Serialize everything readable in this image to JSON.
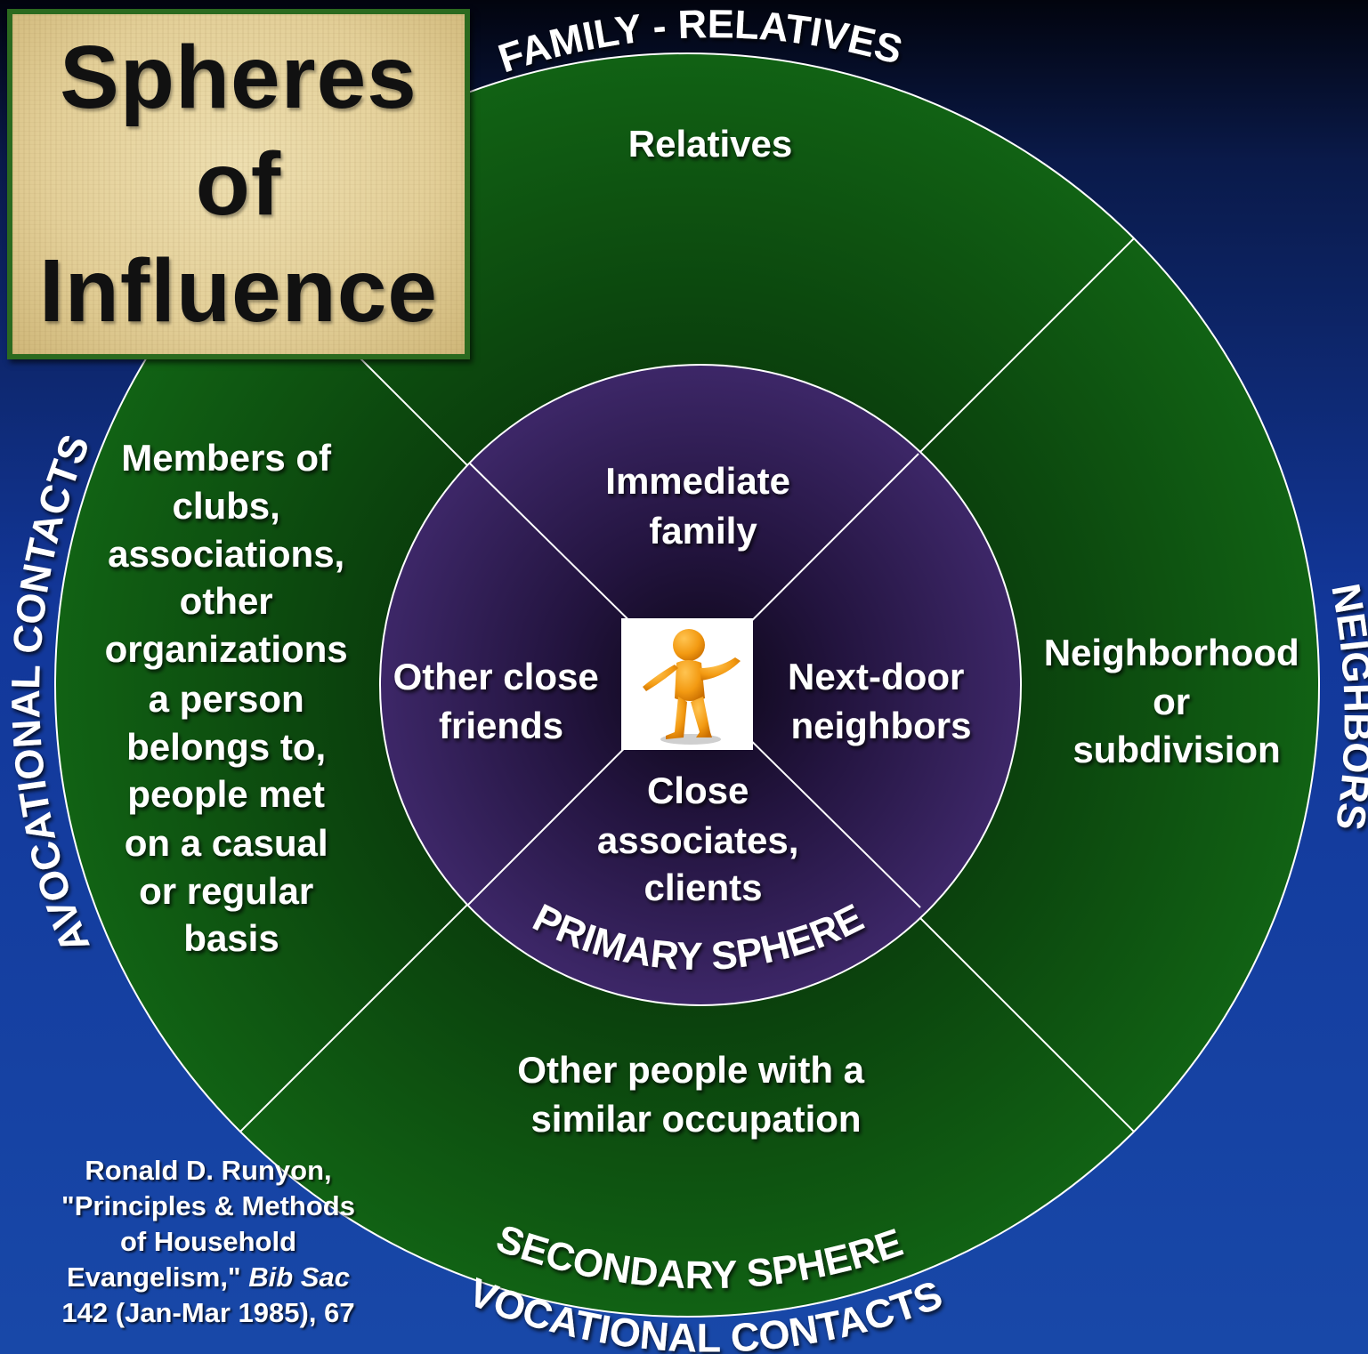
{
  "title": {
    "line1": "Spheres",
    "line2": "of",
    "line3": "Influence"
  },
  "outer_labels": {
    "top": "FAMILY - RELATIVES",
    "right": "NEIGHBORS",
    "left": "AVOCATIONAL CONTACTS",
    "bottom": "VOCATIONAL CONTACTS"
  },
  "ring_labels": {
    "primary": "PRIMARY SPHERE",
    "secondary": "SECONDARY SPHERE"
  },
  "secondary_sectors": {
    "top": [
      "Relatives"
    ],
    "right": [
      "Neighborhood",
      "or",
      "subdivision"
    ],
    "bottom": [
      "Other people with a",
      "similar occupation"
    ],
    "left": [
      "Members of",
      "clubs,",
      "associations,",
      "other",
      "organizations",
      "a person",
      "belongs to,",
      "people met",
      "on a casual",
      "or regular",
      "basis"
    ]
  },
  "primary_sectors": {
    "top": [
      "Immediate",
      "family"
    ],
    "right": [
      "Next-door",
      "neighbors"
    ],
    "bottom": [
      "Close",
      "associates,",
      "clients"
    ],
    "left": [
      "Other close",
      "friends"
    ]
  },
  "center_icon": "person-presenting-icon",
  "citation": {
    "line1": "Ronald D. Runyon,",
    "line2": "\"Principles & Methods",
    "line3": "of Household",
    "line4_a": "Evangelism,\" ",
    "line4_b": "Bib Sac",
    "line5": "142 (Jan-Mar 1985), 67"
  },
  "colors": {
    "background_top": "#02040e",
    "background_bottom": "#1848a8",
    "outer_circle": "#0f5812",
    "inner_circle": "#3a2465",
    "title_border": "#2b6a1f",
    "text": "#ffffff"
  }
}
